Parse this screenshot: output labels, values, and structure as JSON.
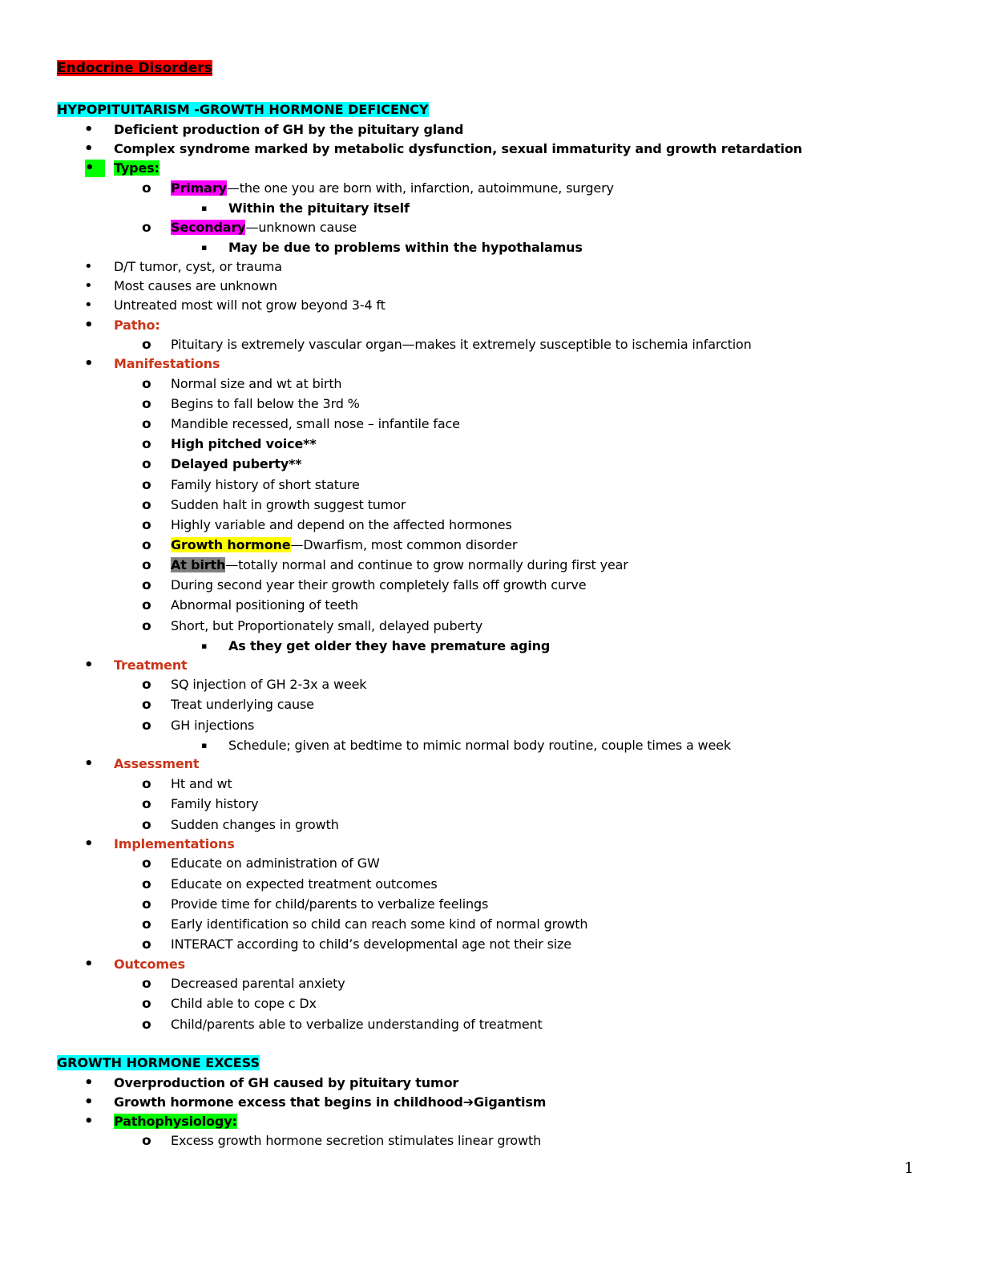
{
  "title": "Endocrine Disorders",
  "sections": [
    {
      "heading": "HYPOPITUITARISM -GROWTH HORMONE DEFICENCY"
    },
    {
      "heading": "GROWTH HORMONE EXCESS"
    }
  ],
  "lines": {
    "l01": "Deficient production of GH by the pituitary gland",
    "l02": "Complex syndrome marked by metabolic dysfunction, sexual immaturity and growth retardation",
    "l03": "Types:",
    "l04_term": "Primary",
    "l04_rest": "—the one you are born with, infarction, autoimmune, surgery",
    "l05": "Within the pituitary itself",
    "l06_term": "Secondary",
    "l06_rest": "—unknown cause",
    "l07": "May be due to problems within the hypothalamus",
    "l08": "D/T tumor, cyst, or trauma",
    "l09": "Most causes are unknown",
    "l10": "Untreated most will not grow beyond 3-4 ft",
    "l11": "Patho:",
    "l12": "Pituitary is extremely vascular organ—makes it extremely susceptible to ischemia infarction",
    "l13": "Manifestations",
    "l14": "Normal size and wt at birth",
    "l15": "Begins to fall below the 3rd %",
    "l16": "Mandible recessed, small nose – infantile face",
    "l17": "High pitched voice**",
    "l18": "Delayed puberty**",
    "l19": "Family history of short stature",
    "l20": "Sudden halt in growth suggest tumor",
    "l21": "Highly variable and depend on the affected hormones",
    "l22_term": "Growth hormone",
    "l22_rest": "—Dwarfism, most common disorder",
    "l23_term": "At birth",
    "l23_rest": "—totally normal and continue to grow normally during first year",
    "l24": "During second year their growth completely falls off growth curve",
    "l25": "Abnormal positioning of teeth",
    "l26": "Short, but Proportionately small, delayed puberty",
    "l27": "As they get older they have premature aging",
    "l28": "Treatment",
    "l29": "SQ injection of GH 2-3x a week",
    "l30": "Treat underlying cause",
    "l31": "GH injections",
    "l32": "Schedule; given at bedtime to mimic normal body routine, couple times a week",
    "l33": "Assessment",
    "l34": "Ht and wt",
    "l35": "Family history",
    "l36": "Sudden changes in growth",
    "l37": "Implementations",
    "l38": "Educate on administration of GW",
    "l39": "Educate on expected treatment outcomes",
    "l40": "Provide time for child/parents to verbalize feelings",
    "l41": "Early identification so child can reach some kind of normal growth",
    "l42": "INTERACT according to child’s developmental age not their size",
    "l43": "Outcomes",
    "l44": "Decreased parental anxiety",
    "l45": "Child able to cope c Dx",
    "l46": "Child/parents able to verbalize understanding of treatment",
    "l47": "Overproduction of GH caused by pituitary tumor",
    "l48_a": "Growth hormone excess that begins in childhood",
    "l48_arrow": "➔",
    "l48_b": "Gigantism",
    "l49": "Pathophysiology:",
    "l50": "Excess growth hormone secretion stimulates linear growth"
  },
  "bullets": {
    "level1": "•",
    "level2": "o",
    "level3": "▪"
  },
  "highlight_colors": {
    "title": "#ff0000",
    "section": "#00ffff",
    "types": "#00ff00",
    "term": "#ff00ff",
    "growth_hormone": "#ffff00",
    "at_birth": "#808080",
    "category_text": "#c9361a"
  },
  "page_number": "1"
}
